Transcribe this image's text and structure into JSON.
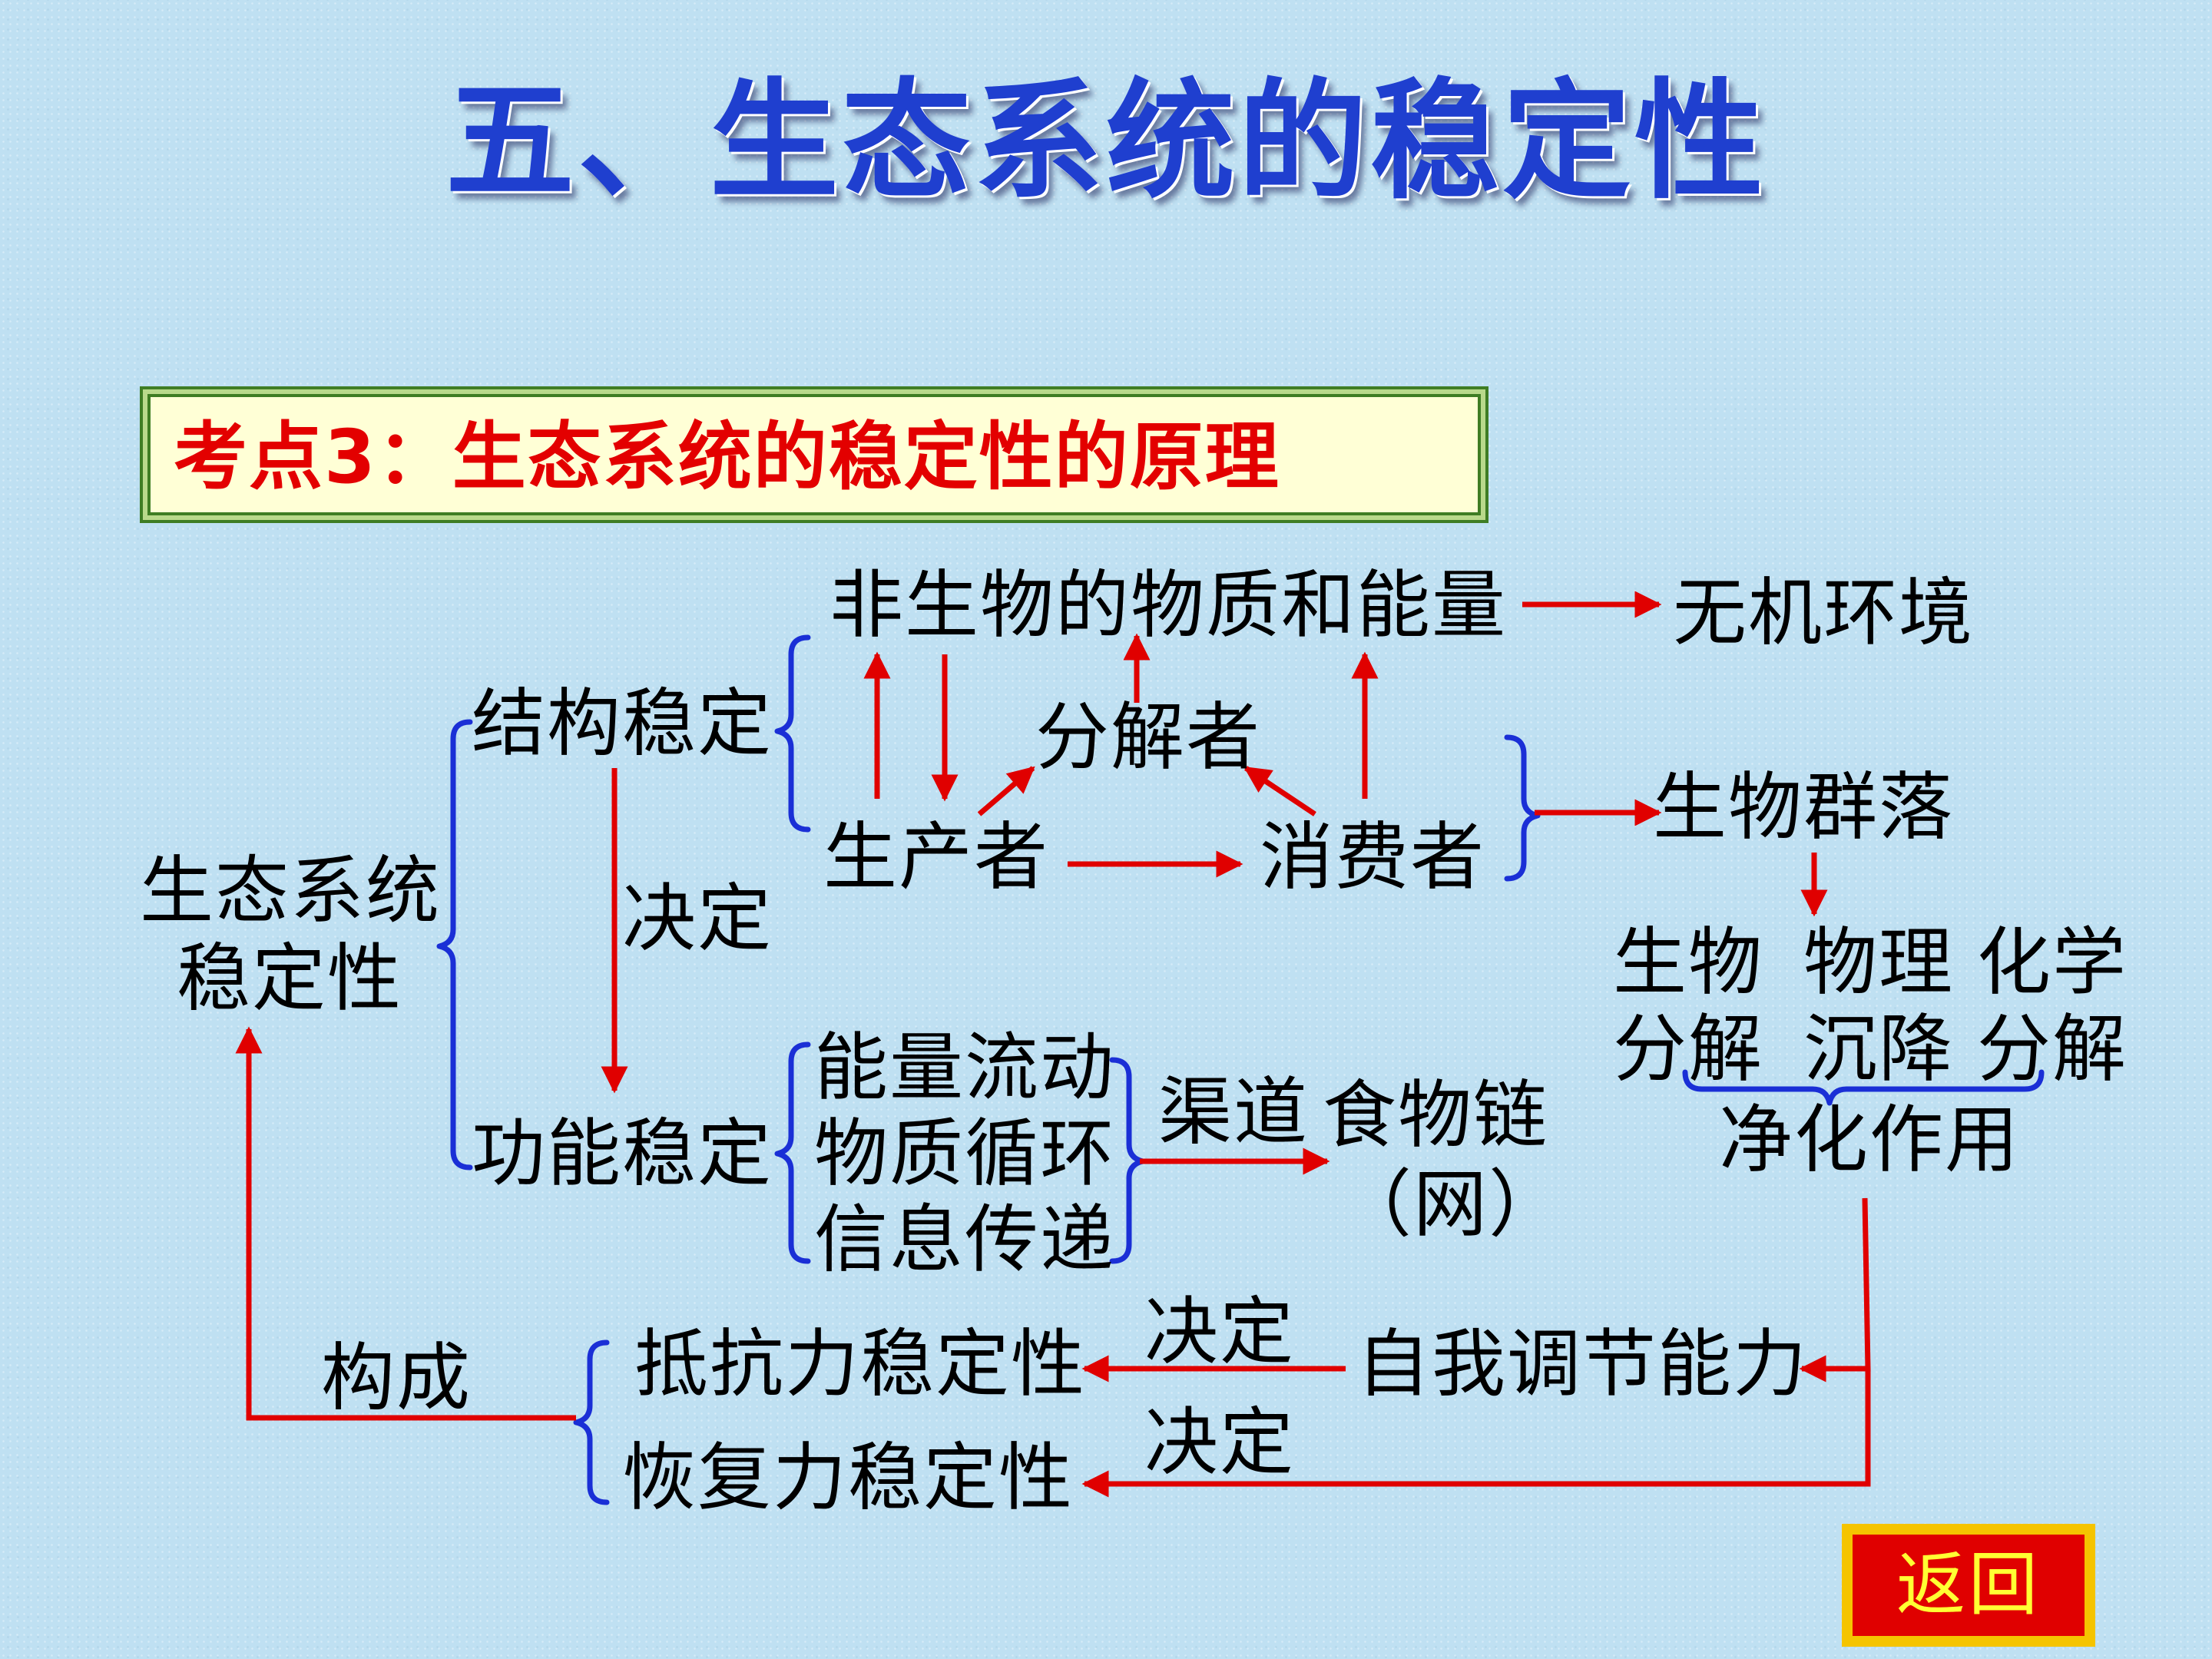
{
  "title": "五、生态系统的稳定性",
  "kaodian": "考点3：生态系统的稳定性的原理",
  "nodes": {
    "abiotic": "非生物的物质和能量",
    "inorganic_env": "无机环境",
    "struct_stable": "结构稳定",
    "decomposer": "分解者",
    "community": "生物群落",
    "producer": "生产者",
    "consumer": "消费者",
    "ecosystem_line1": "生态系统",
    "ecosystem_line2": "稳定性",
    "determines_1": "决定",
    "purify_col1_line1": "生物",
    "purify_col1_line2": "分解",
    "purify_col2_line1": "物理",
    "purify_col2_line2": "沉降",
    "purify_col3_line1": "化学",
    "purify_col3_line2": "分解",
    "purification": "净化作用",
    "energy_flow": "能量流动",
    "func_stable": "功能稳定",
    "material_cycle": "物质循环",
    "info_transfer": "信息传递",
    "channel": "渠道",
    "food_chain": "食物链",
    "food_web": "（网）",
    "determines_2": "决定",
    "resistance": "抵抗力稳定性",
    "self_regulation": "自我调节能力",
    "constitute": "构成",
    "determines_3": "决定",
    "resilience": "恢复力稳定性"
  },
  "colors": {
    "title": "#1f3fcf",
    "kaodian_text": "#e30000",
    "arrow": "#e00000",
    "brace": "#1a2fd6",
    "box_border": "#3f7d24",
    "box_fill": "#ffffd6",
    "return_bg": "#e00000",
    "return_frame": "#f5c400",
    "return_text": "#ffff33"
  },
  "return_button": "返回"
}
